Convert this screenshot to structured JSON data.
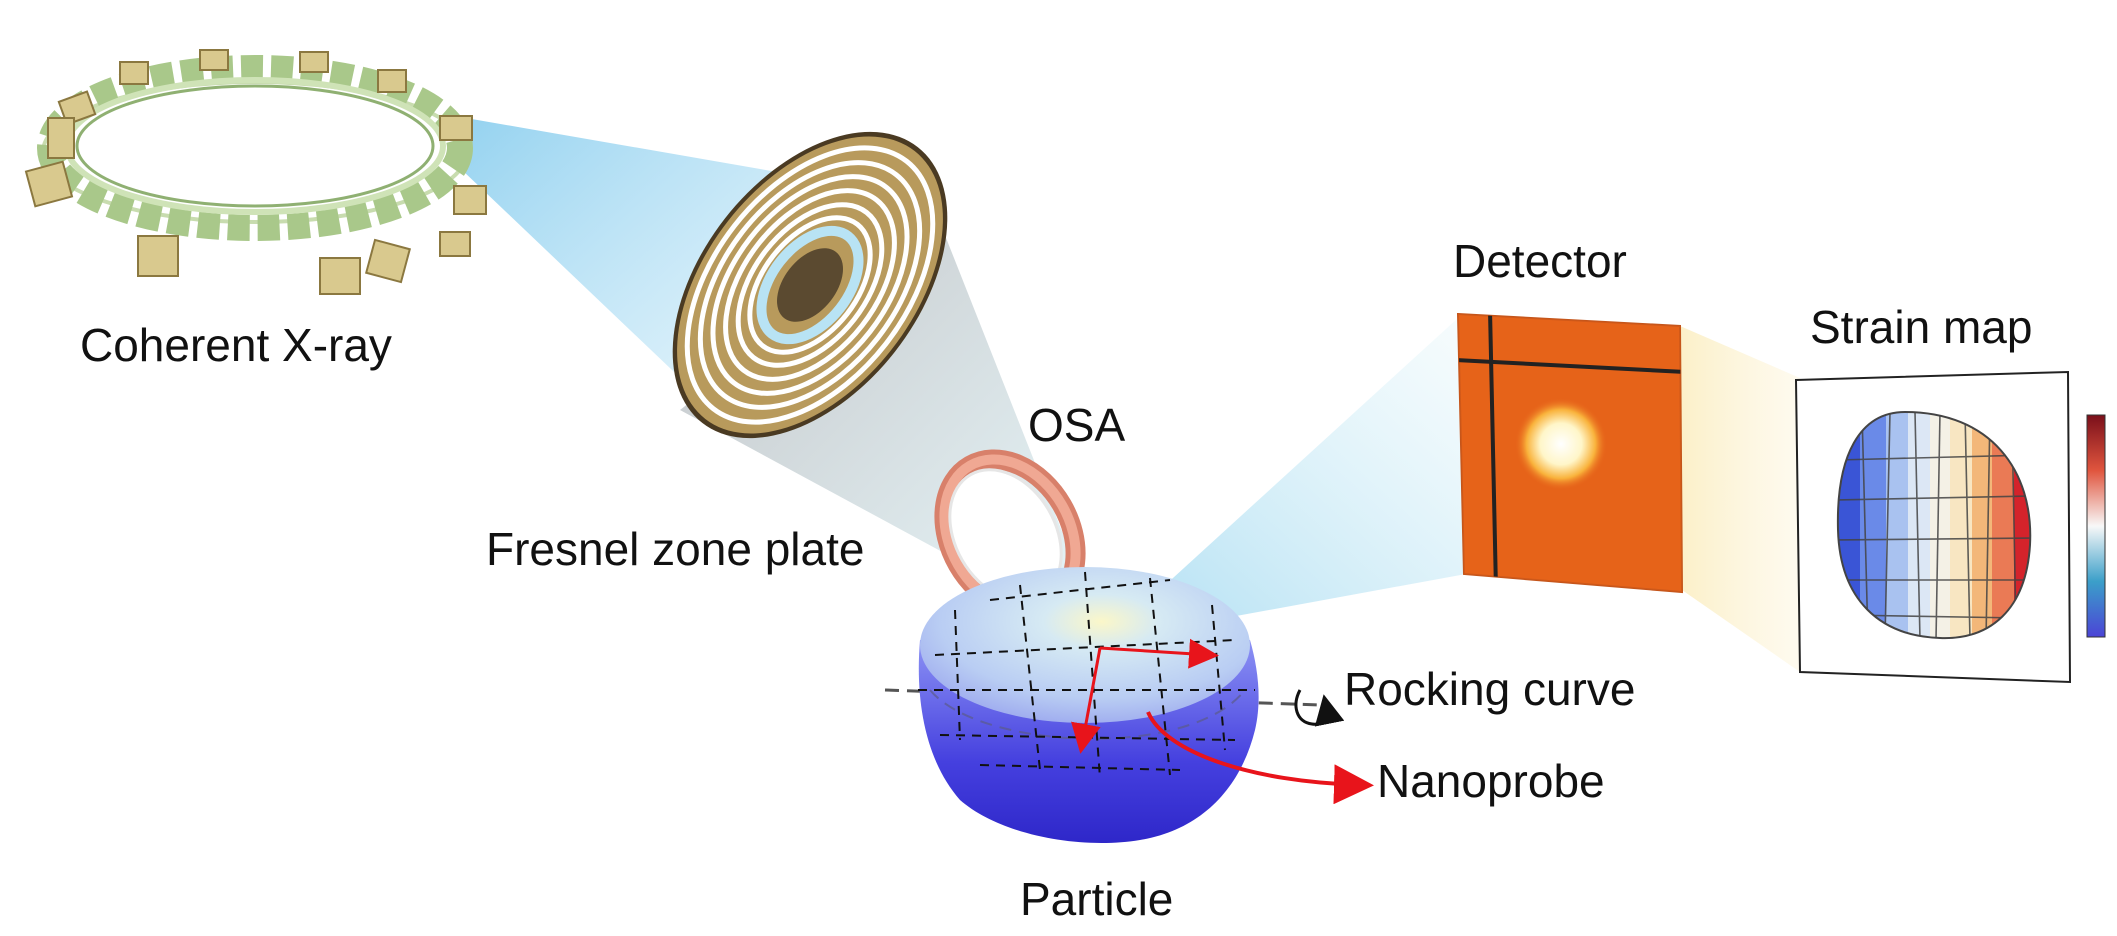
{
  "labels": {
    "source": "Coherent X-ray",
    "zone_plate": "Fresnel zone plate",
    "osa": "OSA",
    "detector": "Detector",
    "strain_map": "Strain map",
    "rocking_curve": "Rocking curve",
    "nanoprobe": "Nanoprobe",
    "particle": "Particle"
  },
  "colors": {
    "ring": "#a9c88a",
    "magnet": "#d9c98e",
    "beam": "#a9dcf3",
    "zone_gold": "#b89a5c",
    "zone_dark": "#4a3a22",
    "osa_ring": "#e2957e",
    "particle_top": "#bcd7f3",
    "particle_side": "#4b47e0",
    "detector_bg": "#e8671c",
    "detector_spot": "#fffbe0",
    "arrow": "#e8141b",
    "strain_low": "#3a55d6",
    "strain_mid": "#f4f1e6",
    "strain_high": "#d4232b"
  },
  "icons": [
    "rotation-arrow-icon",
    "nanoprobe-arrow-icon"
  ]
}
